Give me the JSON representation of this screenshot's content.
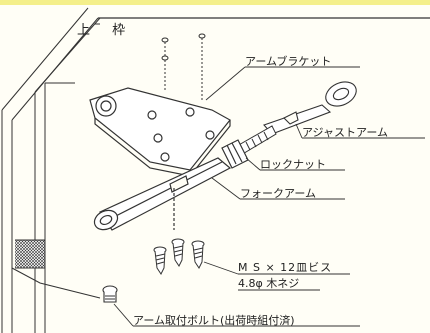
{
  "labels": {
    "frame": "上 枠",
    "arm_bracket": "アームブラケット",
    "adjust_arm": "アジャストアーム",
    "lock_nut": "ロックナット",
    "fork_arm": "フォークアーム",
    "screw": "M S × 12皿ビス",
    "wood_screw": "4.8φ 木ネジ",
    "mounting_bolt": "アーム取付ボルト(出荷時組付済)"
  },
  "colors": {
    "background": "#fffef6",
    "top_border": "#f4ef8a",
    "line": "#333333"
  }
}
